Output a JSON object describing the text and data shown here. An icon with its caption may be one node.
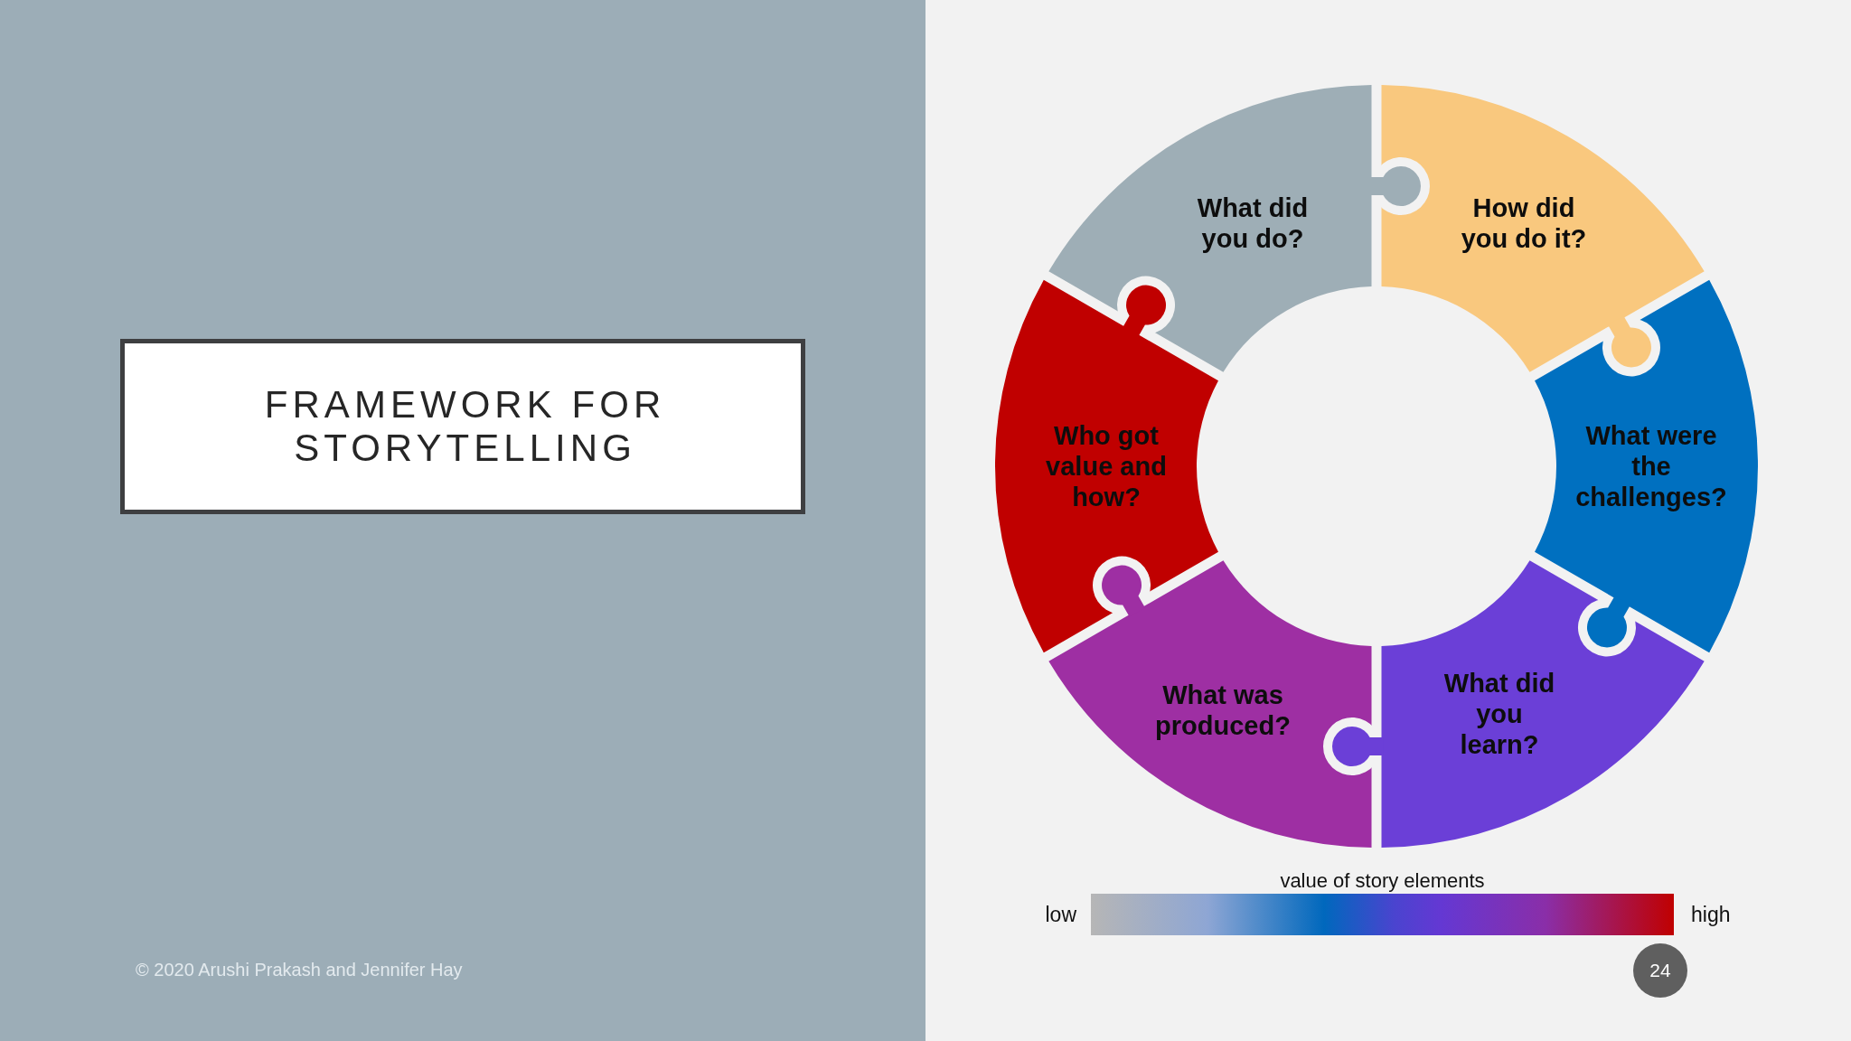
{
  "diagram": {
    "title": "FRAMEWORK FOR STORYTELLING",
    "nodes": [
      {
        "text": [
          "What did you do?"
        ]
      },
      {
        "text": [
          "How did you do it?"
        ]
      },
      {
        "text": [
          "What were the challenges?"
        ]
      },
      {
        "text": [
          "What did you learn?"
        ]
      },
      {
        "text": [
          "What was produced?"
        ]
      },
      {
        "text": [
          "Who got value and how?"
        ]
      },
      {
        "text": [
          "value of story elements"
        ],
        "beside": [
          "low",
          "high"
        ]
      }
    ],
    "labels": [
      "© 2020 Arushi Prakash and Jennifer Hay",
      "24"
    ]
  }
}
